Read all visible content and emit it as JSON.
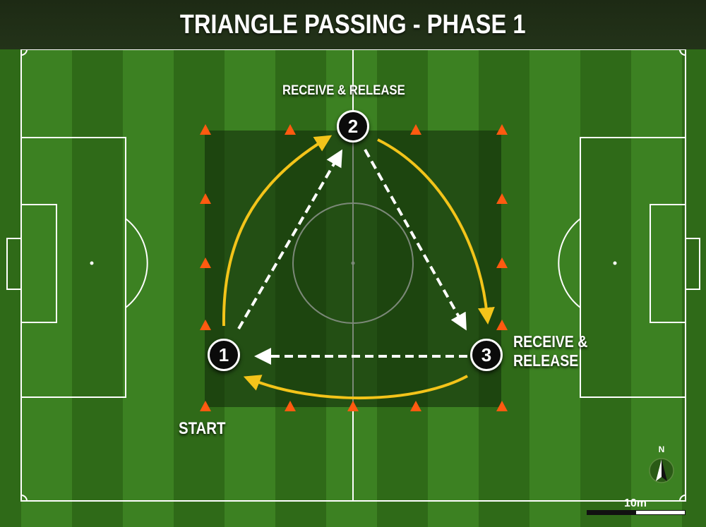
{
  "title": "TRIANGLE PASSING - PHASE 1",
  "players": [
    {
      "number": "1"
    },
    {
      "number": "2"
    },
    {
      "number": "3"
    }
  ],
  "labels": {
    "top": "RECEIVE & RELEASE",
    "right_line1": "RECEIVE &",
    "right_line2": "RELEASE",
    "start": "START"
  },
  "compass": {
    "letter": "N"
  },
  "scale": {
    "label": "10m"
  },
  "colors": {
    "grass_dark": "#2f6a18",
    "grass_light": "#3e8423",
    "zone": "#1e3d14",
    "cone": "#ff5a10",
    "run_arrow": "#f3c41a",
    "pass_arrow": "#ffffff"
  }
}
